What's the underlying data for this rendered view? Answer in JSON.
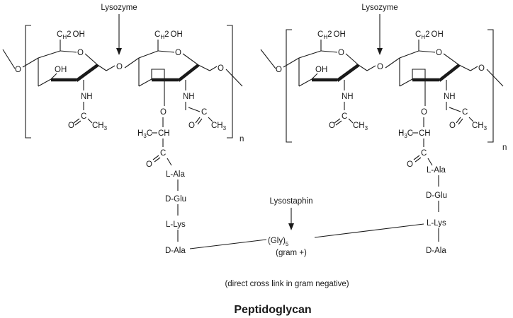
{
  "enzymes": {
    "lysozyme": "Lysozyme",
    "lysostaphin": "Lysostaphin"
  },
  "sugar_labels": {
    "ch2oh_c": "C",
    "ch2oh_h": "H",
    "ch2oh_sub": "2",
    "ch2oh_oh": "OH",
    "hydroxyl": "OH",
    "ring_o": "O",
    "glycosidic_o": "O",
    "nh": "NH",
    "c": "C",
    "carbonyl_o": "O",
    "ch3": "CH",
    "ch3_sub": "3",
    "h3c": "H",
    "h3c_sub": "3",
    "h3c_c": "C",
    "ch": "CH",
    "repeat": "n"
  },
  "peptide_left": [
    "L-Ala",
    "D-Glu",
    "L-Lys",
    "D-Ala"
  ],
  "peptide_right": [
    "L-Ala",
    "D-Glu",
    "L-Lys",
    "D-Ala"
  ],
  "bridge": {
    "gly": "(Gly)",
    "gly_sub": "5",
    "note": "(gram +)"
  },
  "caption": "(direct cross link in gram negative)",
  "title": "Peptidoglycan"
}
